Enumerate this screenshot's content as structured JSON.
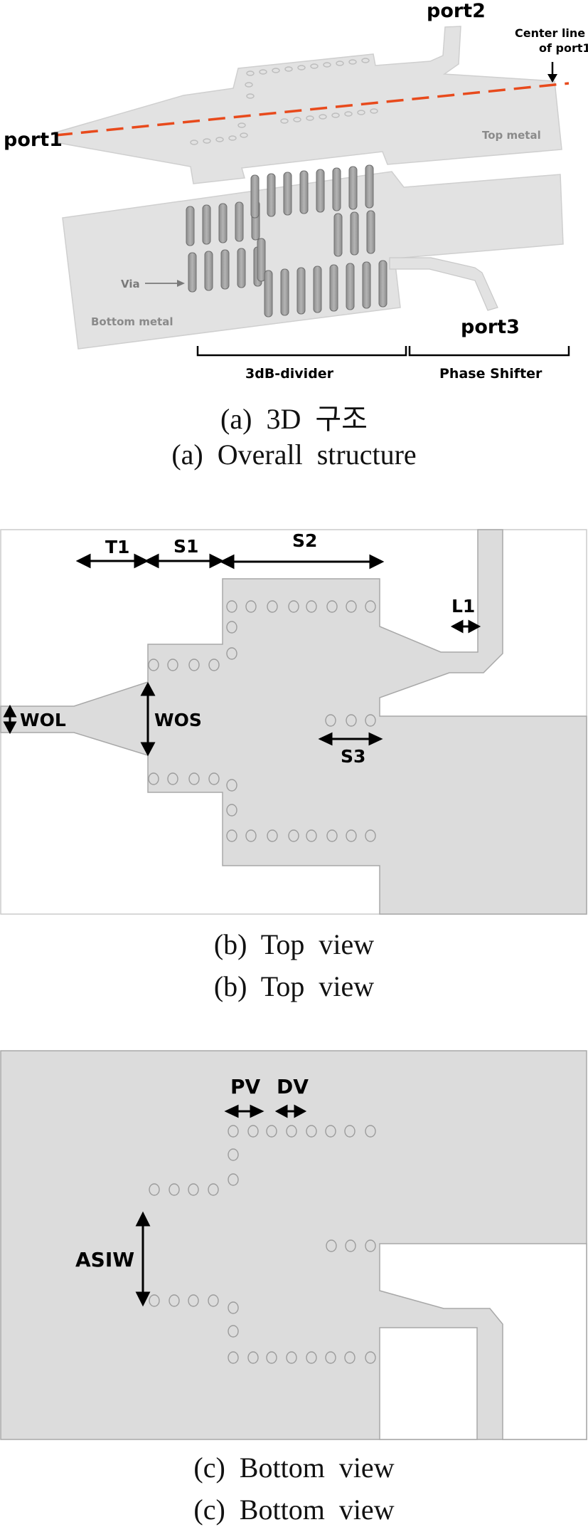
{
  "fig_a": {
    "labels": {
      "port1": "port1",
      "port2": "port2",
      "port3": "port3",
      "center_line_1": "Center line",
      "center_line_2": "of port1",
      "top_metal": "Top metal",
      "bottom_metal": "Bottom metal",
      "via": "Via",
      "divider": "3dB-divider",
      "phase_shifter": "Phase Shifter"
    },
    "caption_korean": "(a)  3D  구조",
    "caption_english": "(a)  Overall  structure",
    "colors": {
      "center_line": "#e84a1c",
      "metal": "#e2e2e2",
      "via": "#a0a0a0"
    }
  },
  "fig_b": {
    "labels": {
      "T1": "T1",
      "S1": "S1",
      "S2": "S2",
      "L1": "L1",
      "WOL": "WOL",
      "WOS": "WOS",
      "S3": "S3"
    },
    "caption_1": "(b)  Top  view",
    "caption_2": "(b)  Top  view"
  },
  "fig_c": {
    "labels": {
      "PV": "PV",
      "DV": "DV",
      "ASIW": "ASIW"
    },
    "caption_1": "(c)  Bottom  view",
    "caption_2": "(c)  Bottom  view"
  }
}
